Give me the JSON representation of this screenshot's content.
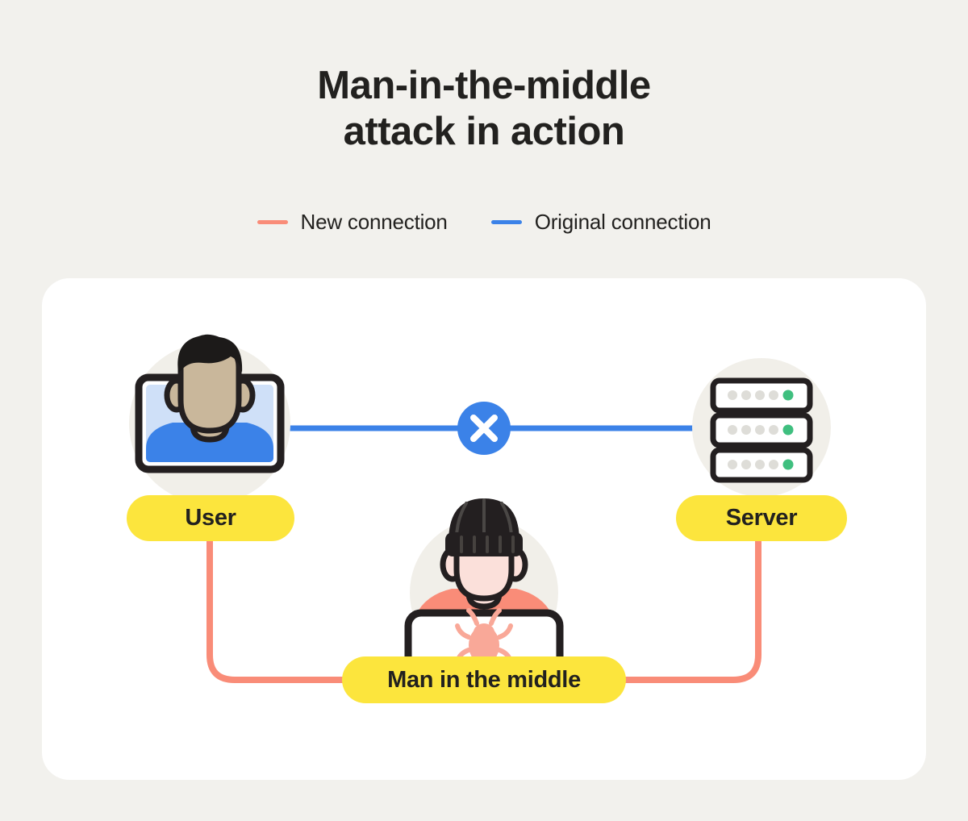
{
  "title": {
    "line1": "Man-in-the-middle",
    "line2": "attack in action"
  },
  "legend": {
    "items": [
      {
        "label": "New connection",
        "color": "#F98C78"
      },
      {
        "label": "Original connection",
        "color": "#3B82E8"
      }
    ]
  },
  "diagram": {
    "nodes": [
      {
        "id": "user",
        "label": "User",
        "icon": "laptop-person-icon"
      },
      {
        "id": "server",
        "label": "Server",
        "icon": "server-rack-icon"
      },
      {
        "id": "mitm",
        "label": "Man in the middle",
        "icon": "hacker-laptop-icon"
      }
    ],
    "blocked_marker": {
      "name": "blocked-connection-icon",
      "glyph": "✕"
    },
    "server_indicators": {
      "rows": 3,
      "dots_per_row": 5,
      "inactive_color": "#DEDDD8",
      "active_color": "#3FBF7F"
    },
    "colors": {
      "page_background": "#F2F1ED",
      "card_background": "#FFFFFF",
      "pill_background": "#FCE53D",
      "pill_text": "#22211F",
      "new_connection": "#F98C78",
      "original_connection": "#3B82E8",
      "outline": "#231F20",
      "halo": "#F1EFE9",
      "user_skin": "#C9B79B",
      "user_hair": "#1C1A19",
      "user_shirt": "#3B82E8",
      "screen_fill": "#CFE0F8",
      "hacker_skin": "#FBE0DA",
      "hacker_shirt": "#F98C78",
      "hacker_hat": "#231F20",
      "bug": "#F9A898"
    }
  }
}
